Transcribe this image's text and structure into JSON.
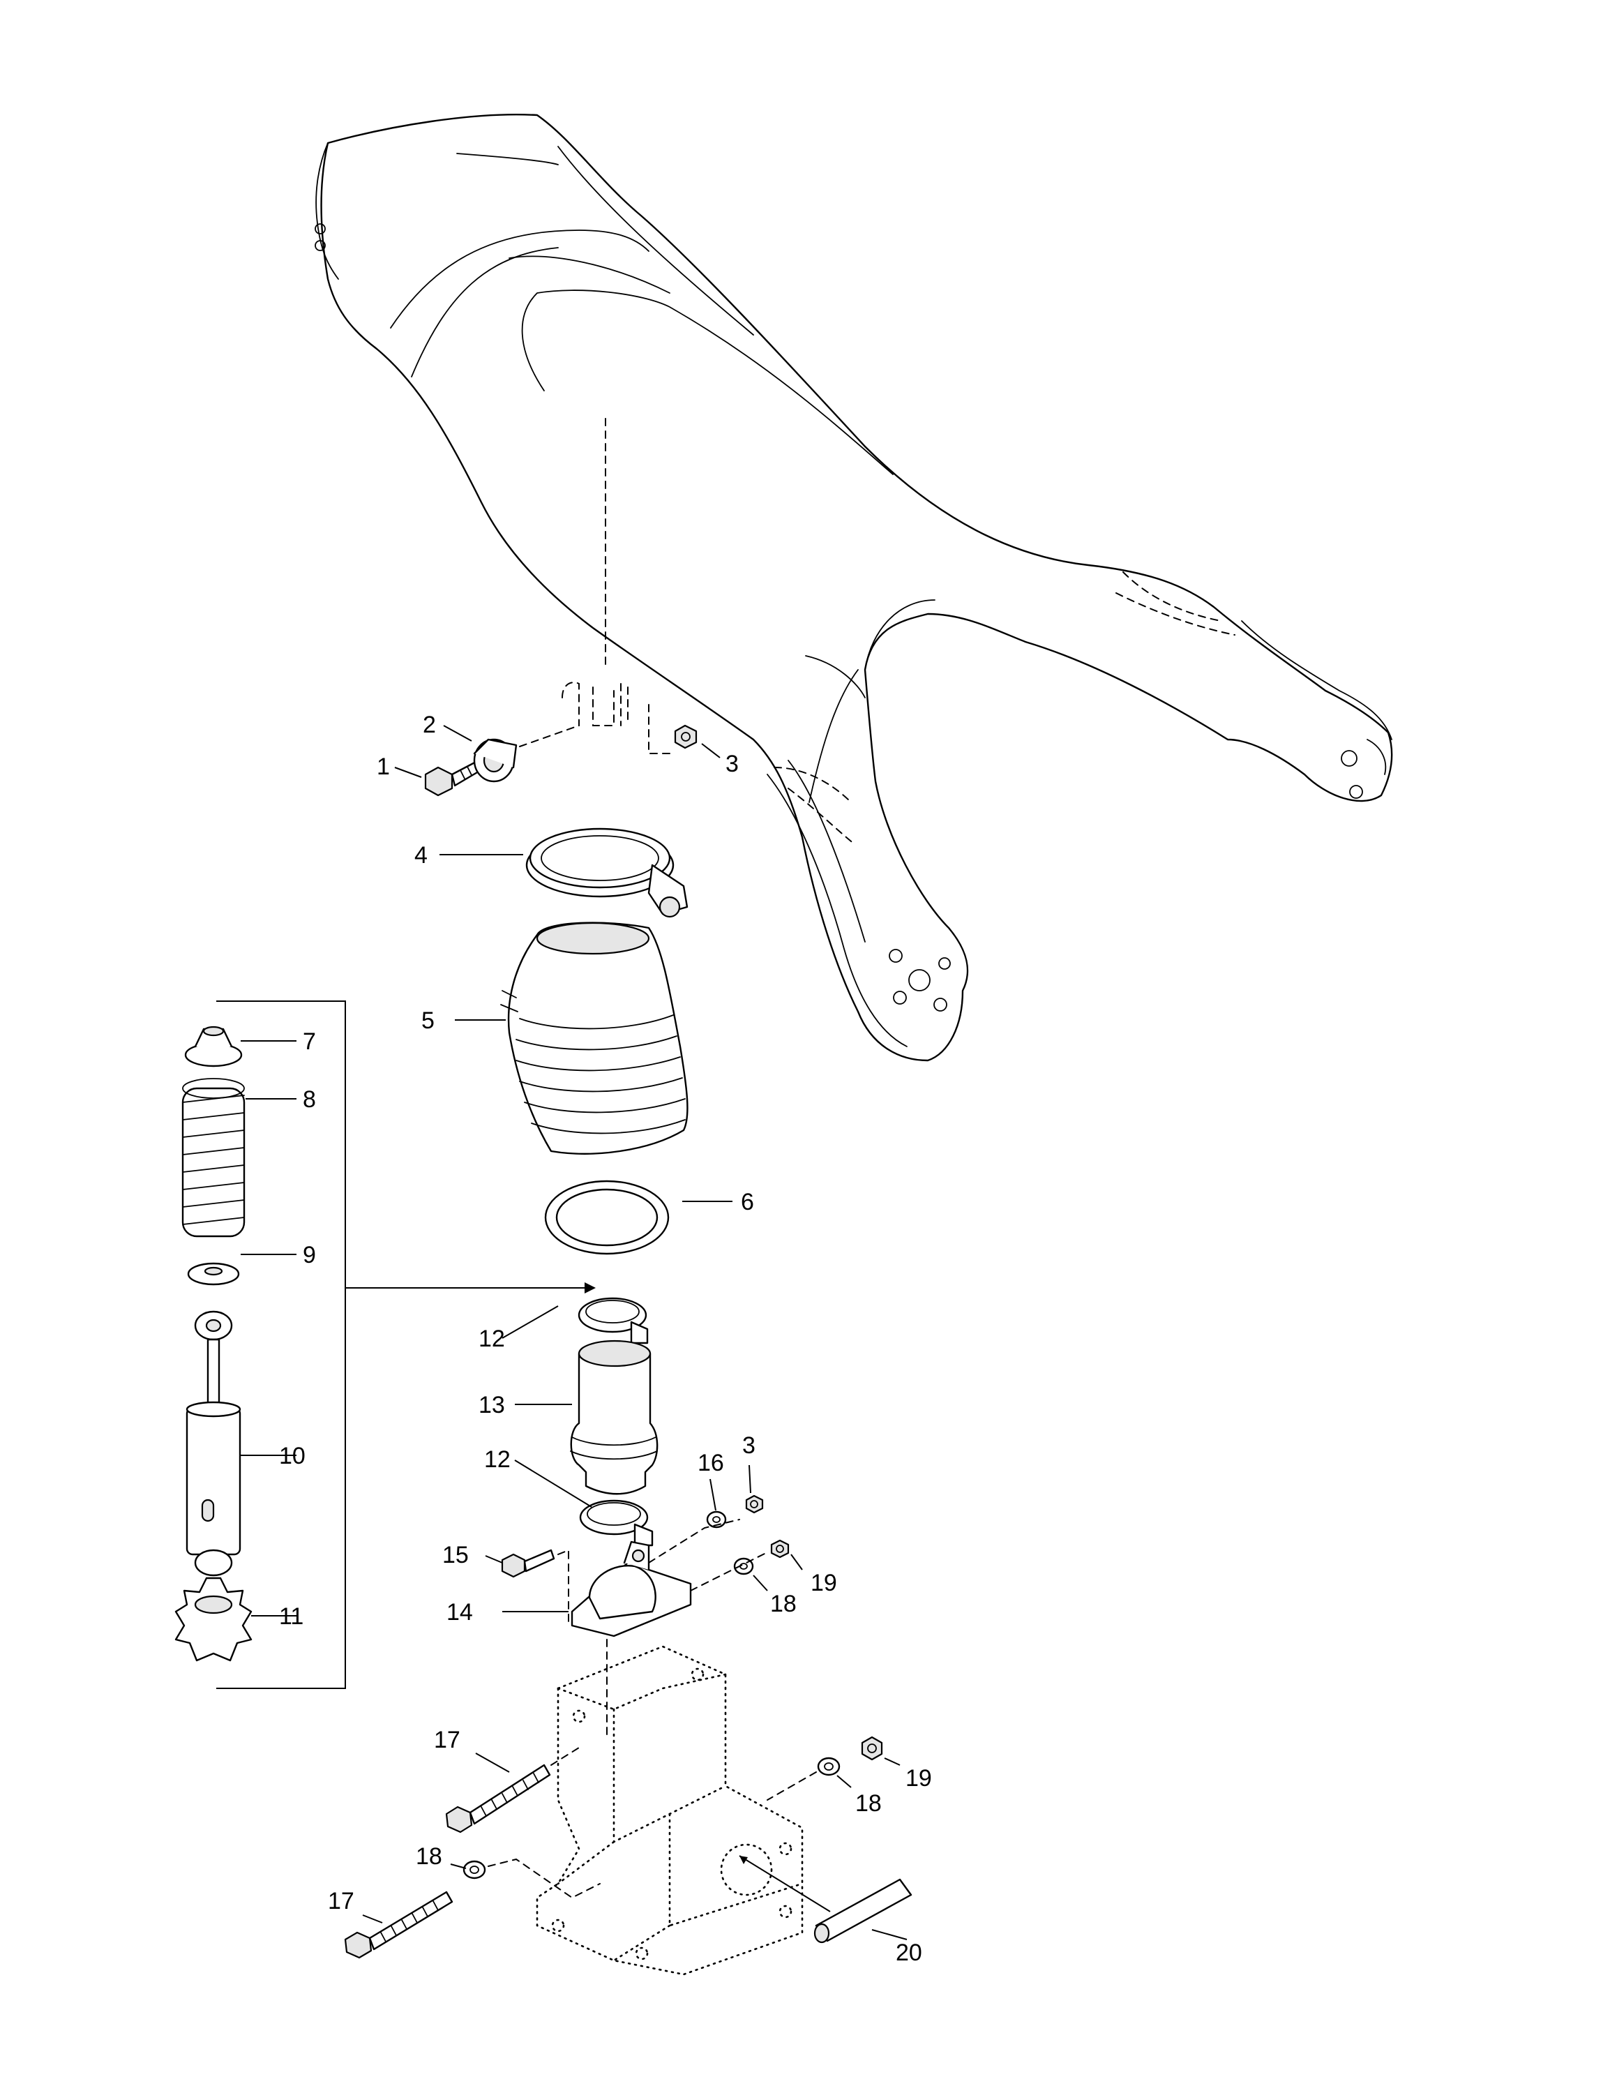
{
  "diagram": {
    "type": "exploded parts view",
    "colors": {
      "line": "#000000",
      "background": "#ffffff",
      "shading": "#e6e6e6"
    },
    "callouts": [
      {
        "id": "c1",
        "label": "1"
      },
      {
        "id": "c2",
        "label": "2"
      },
      {
        "id": "c3a",
        "label": "3"
      },
      {
        "id": "c4",
        "label": "4"
      },
      {
        "id": "c5",
        "label": "5"
      },
      {
        "id": "c6",
        "label": "6"
      },
      {
        "id": "c7",
        "label": "7"
      },
      {
        "id": "c8",
        "label": "8"
      },
      {
        "id": "c9",
        "label": "9"
      },
      {
        "id": "c10",
        "label": "10"
      },
      {
        "id": "c11",
        "label": "11"
      },
      {
        "id": "c12a",
        "label": "12"
      },
      {
        "id": "c13",
        "label": "13"
      },
      {
        "id": "c12b",
        "label": "12"
      },
      {
        "id": "c16",
        "label": "16"
      },
      {
        "id": "c3b",
        "label": "3"
      },
      {
        "id": "c15",
        "label": "15"
      },
      {
        "id": "c19a",
        "label": "19"
      },
      {
        "id": "c18a",
        "label": "18"
      },
      {
        "id": "c14",
        "label": "14"
      },
      {
        "id": "c17a",
        "label": "17"
      },
      {
        "id": "c19b",
        "label": "19"
      },
      {
        "id": "c18b",
        "label": "18"
      },
      {
        "id": "c18c",
        "label": "18"
      },
      {
        "id": "c17b",
        "label": "17"
      },
      {
        "id": "c20",
        "label": "20"
      }
    ]
  }
}
